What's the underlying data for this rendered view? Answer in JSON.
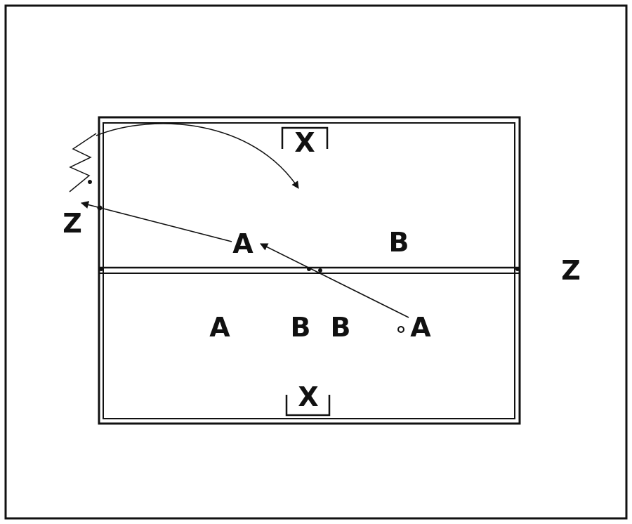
{
  "labels": {
    "goal_top": "X",
    "goal_bottom": "X",
    "z_left": "Z",
    "z_right": "Z",
    "a_upper": "A",
    "b_upper": "B",
    "a_lower_left": "A",
    "b_lower_1": "B",
    "b_lower_2": "B",
    "a_lower_right": "A"
  },
  "colors": {
    "ink": "#111111",
    "background": "#ffffff"
  }
}
